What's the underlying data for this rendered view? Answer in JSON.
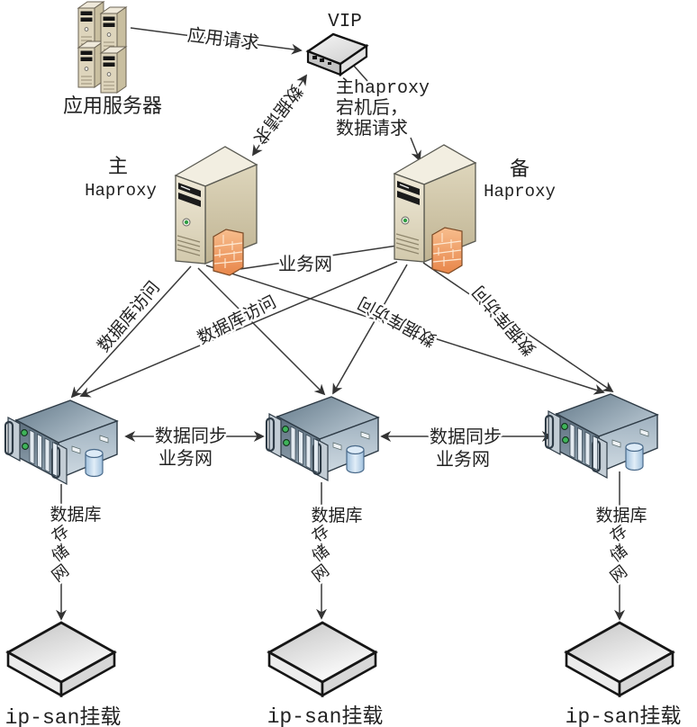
{
  "labels": {
    "app_servers": "应用服务器",
    "app_request": "应用请求",
    "vip": "VIP",
    "data_request": "数据请求",
    "failover_note_line1": "主haproxy",
    "failover_note_line2": "宕机后，",
    "failover_note_line3": "数据请求",
    "main_role": "主",
    "backup_role": "备",
    "haproxy": "Haproxy",
    "business_net": "业务网",
    "db_access": "数据库访问",
    "db_sync": "数据同步",
    "db": "数据库",
    "storage_net_char1": "存",
    "storage_net_char2": "储",
    "storage_net_char3": "网",
    "ipsan_mount": "ip-san挂载"
  },
  "colors": {
    "background": "#ffffff",
    "line": "#3a3a3a",
    "server_beige": "#e7e0cc",
    "firewall_orange": "#f0a263",
    "rack_blue_gray": "#7f95a6",
    "db_cylinder_blue": "#c6dcf0",
    "led_green": "#3fb45a",
    "text": "#222222"
  }
}
